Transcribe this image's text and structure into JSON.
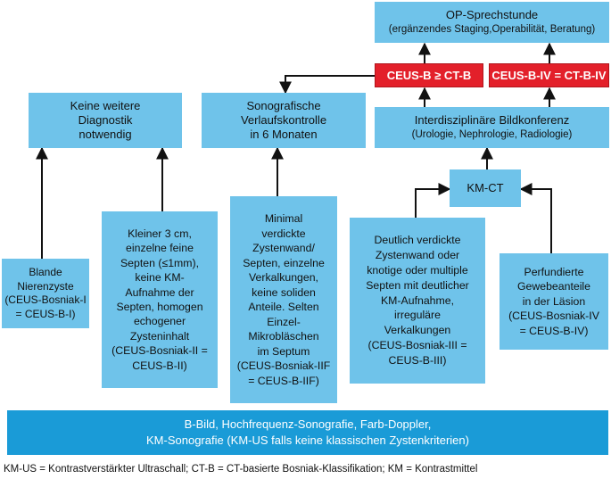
{
  "op_box": {
    "title": "OP-Sprechstunde",
    "sub": "(ergänzendes Staging,Operabilität, Beratung)"
  },
  "red_left": "CEUS-B ≥ CT-B",
  "red_right": "CEUS-B-IV = CT-B-IV",
  "keine_box": [
    "Keine weitere",
    "Diagnostik",
    "notwendig"
  ],
  "verlauf_box": [
    "Sonografische",
    "Verlaufskontrolle",
    "in 6 Monaten"
  ],
  "konferenz_box": {
    "title": "Interdisziplinäre Bildkonferenz",
    "sub": "(Urologie, Nephrologie, Radiologie)"
  },
  "kmct_box": "KM-CT",
  "blande_box": [
    "Blande",
    "Nierenzyste",
    "(CEUS-Bosniak-I",
    "= CEUS-B-I)"
  ],
  "klein_box": [
    "Kleiner 3 cm,",
    "einzelne feine",
    "Septen (≤1mm),",
    "keine KM-",
    "Aufnahme der",
    "Septen, homogen",
    "echogener",
    "Zysteninhalt",
    "(CEUS-Bosniak-II =",
    "CEUS-B-II)"
  ],
  "minimal_box": [
    "Minimal",
    "verdickte",
    "Zystenwand/",
    "Septen, einzelne",
    "Verkalkungen,",
    "keine soliden",
    "Anteile. Selten",
    "Einzel-",
    "Mikrobläschen",
    "im Septum",
    "(CEUS-Bosniak-IIF",
    "= CEUS-B-IIF)"
  ],
  "deutlich_box": [
    "Deutlich verdickte",
    "Zystenwand oder",
    "knotige oder multiple",
    "Septen mit deutlicher",
    "KM-Aufnahme,",
    "irreguläre",
    "Verkalkungen",
    "(CEUS-Bosniak-III =",
    "CEUS-B-III)"
  ],
  "perfund_box": [
    "Perfundierte",
    "Gewebeanteile",
    "in der Läsion",
    "(CEUS-Bosniak-IV",
    "= CEUS-B-IV)"
  ],
  "base_box": [
    "B-Bild, Hochfrequenz-Sonografie, Farb-Doppler,",
    "KM-Sonografie (KM-US falls keine klassischen Zystenkriterien)"
  ],
  "footnote": "KM-US = Kontrastverstärkter Ultraschall; CT-B = CT-basierte Bosniak-Klassifikation; KM = Kontrastmittel",
  "colors": {
    "box": "#6fc3ea",
    "base": "#1a9bd7",
    "red": "#e3202a",
    "arrow": "#111111"
  }
}
